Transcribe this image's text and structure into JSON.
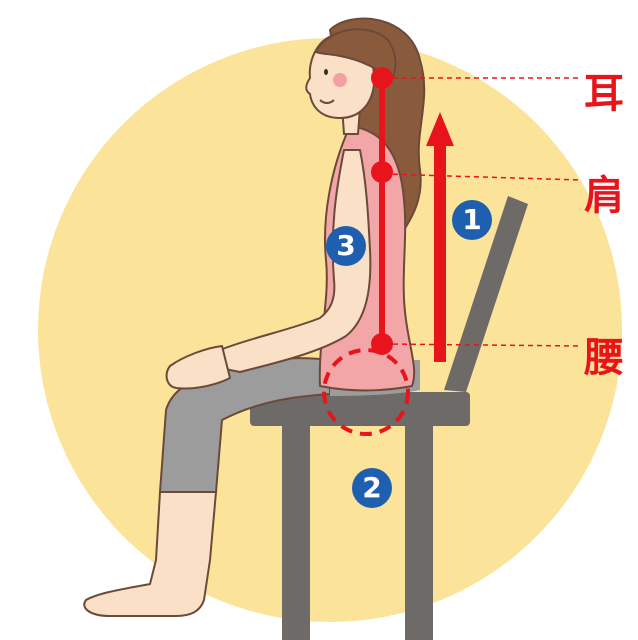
{
  "labels": {
    "ear": "耳",
    "shoulder": "肩",
    "waist": "腰"
  },
  "badges": {
    "one": "1",
    "two": "2",
    "three": "3"
  },
  "colors": {
    "background_circle": "#fbe39a",
    "accent_red": "#e8141b",
    "badge_blue": "#1f5fb0",
    "chair": "#6e6a68",
    "shirt": "#f2a6a8",
    "pants": "#9c9c9c",
    "hair": "#8a5a3c",
    "skin": "#fbe0c8"
  }
}
